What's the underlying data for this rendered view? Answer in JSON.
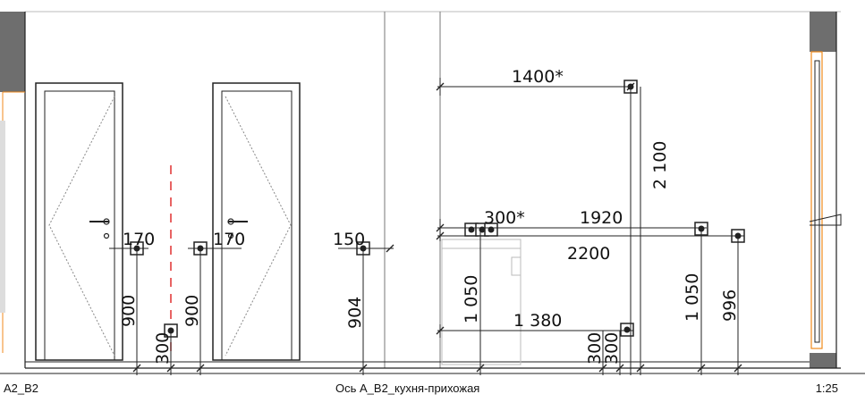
{
  "footer": {
    "sheet_code": "A2_B2",
    "view_title": "Ось А_В2_кухня-прихожая",
    "scale": "1:25"
  },
  "dimensions": {
    "d1400": "1400*",
    "d2100": "2 100",
    "d300a": "300*",
    "d1920": "1920",
    "d2200": "2200",
    "d1050a": "1 050",
    "d1050b": "1 050",
    "d996": "996",
    "d1380": "1 380",
    "d300b": "300",
    "d300c": "300",
    "d170a": "170",
    "d170b": "170",
    "d900a": "900",
    "d900b": "900",
    "d300d": "300",
    "d150": "150",
    "d904": "904"
  },
  "colors": {
    "line": "#222222",
    "wall_fill": "#6e6e6e",
    "accent_red": "#e03030",
    "accent_orange": "#f08a1c",
    "light_gray": "#bbbbbb"
  }
}
